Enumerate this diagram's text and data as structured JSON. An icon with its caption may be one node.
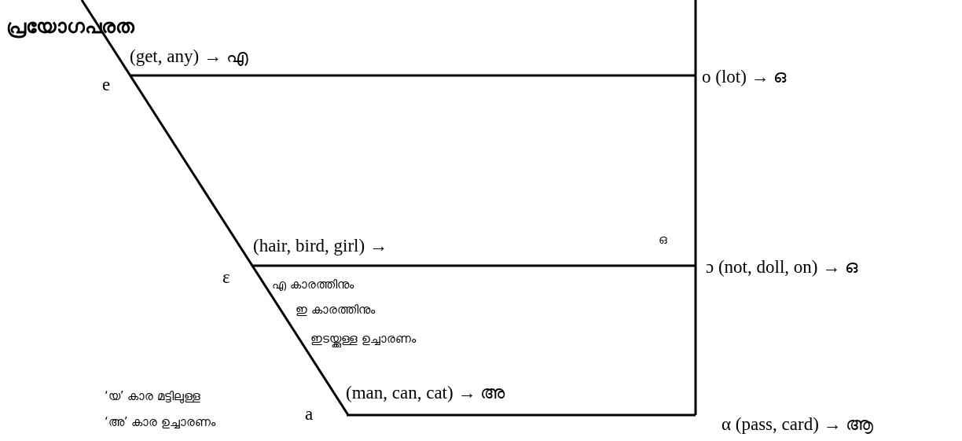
{
  "diagram": {
    "title": "പ്രയോഗപരത",
    "labels": [
      "(get, any) → എ",
      "e",
      "o (lot) → ഒ",
      "(hair, bird, girl) →",
      "ഒ",
      "ε",
      "ɔ (not, doll, on) → ഒ",
      "എ കാരത്തിനും",
      "ഇ കാരത്തിനും",
      "ഇടയ്ക്കുള്ള ഉച്ചാരണം",
      "‘യ’ കാര മട്ടിലുള്ള",
      "‘അ’ കാര ഉച്ചാരണം",
      "a",
      "(man, can, cat) → അ",
      "α (pass, card) → ആ"
    ]
  }
}
